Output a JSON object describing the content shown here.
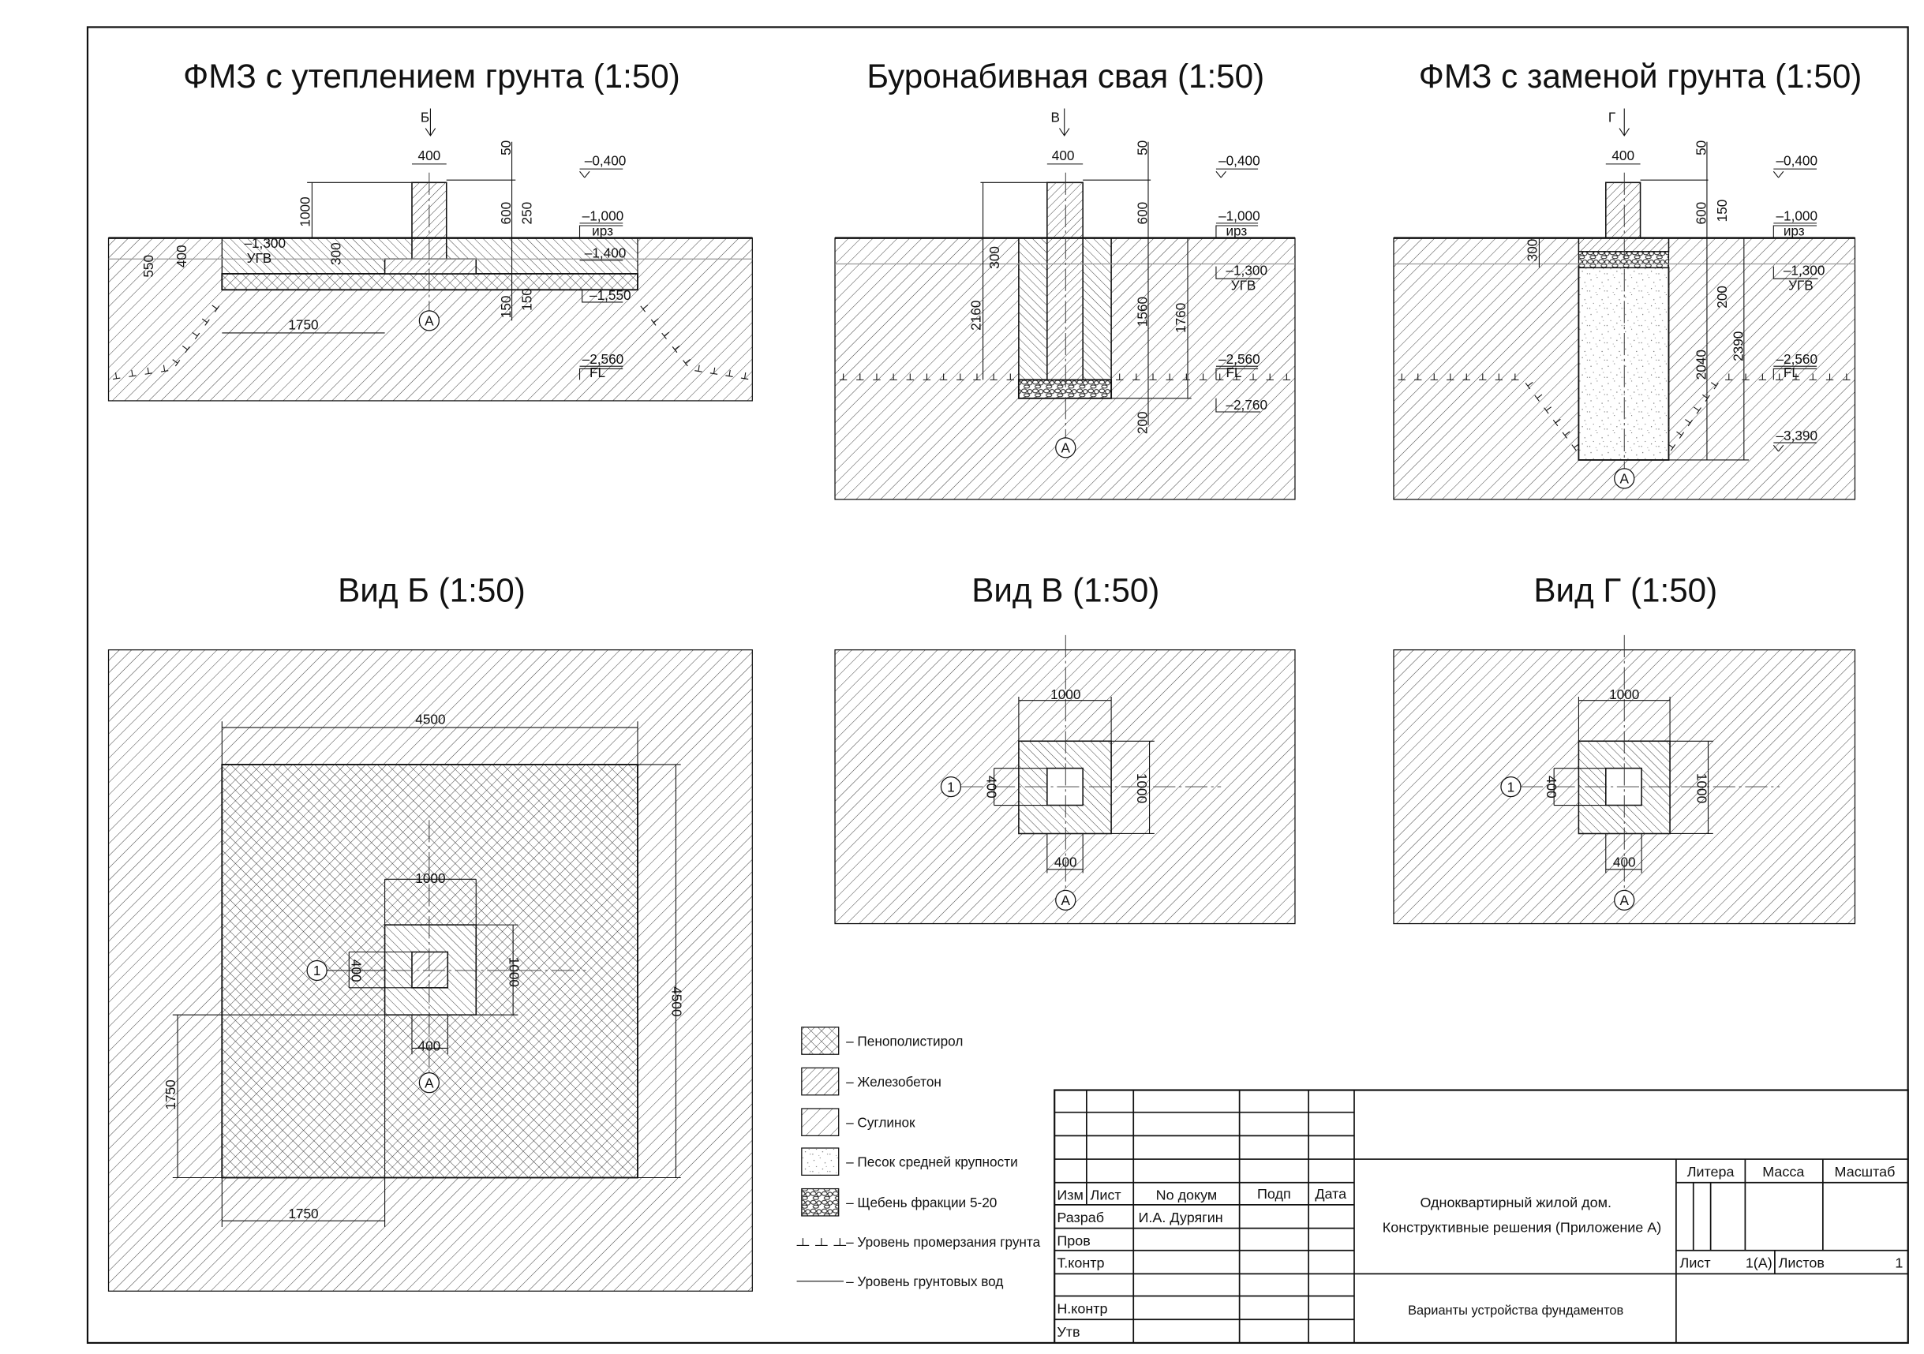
{
  "sections": [
    {
      "title": "ФМЗ с утеплением грунта (1:50)",
      "view_mark": "Б",
      "axis": "А",
      "dims": [
        "400",
        "50",
        "1000",
        "600",
        "250",
        "550",
        "400",
        "300",
        "150",
        "150",
        "1750"
      ],
      "levels": [
        {
          "value": "–0,400"
        },
        {
          "value": "–1,000",
          "tag": "ирз"
        },
        {
          "value": "–1,300",
          "tag": "УГВ"
        },
        {
          "value": "–1,400"
        },
        {
          "value": "–1,550"
        },
        {
          "value": "–2,560",
          "tag": "FL"
        }
      ]
    },
    {
      "title": "Буронабивная свая (1:50)",
      "view_mark": "В",
      "axis": "А",
      "dims": [
        "400",
        "50",
        "600",
        "300",
        "2160",
        "1560",
        "1760",
        "200"
      ],
      "levels": [
        {
          "value": "–0,400"
        },
        {
          "value": "–1,000",
          "tag": "ирз"
        },
        {
          "value": "–1,300",
          "tag": "УГВ"
        },
        {
          "value": "–2,560",
          "tag": "FL"
        },
        {
          "value": "–2,760"
        }
      ]
    },
    {
      "title": "ФМЗ с заменой грунта (1:50)",
      "view_mark": "Г",
      "axis": "А",
      "dims": [
        "400",
        "50",
        "600",
        "150",
        "300",
        "200",
        "2040",
        "2390"
      ],
      "levels": [
        {
          "value": "–0,400"
        },
        {
          "value": "–1,000",
          "tag": "ирз"
        },
        {
          "value": "–1,300",
          "tag": "УГВ"
        },
        {
          "value": "–2,560",
          "tag": "FL"
        },
        {
          "value": "–3,390"
        }
      ]
    }
  ],
  "plans": [
    {
      "title": "Вид Б (1:50)",
      "axis_row": "1",
      "axis_col": "А",
      "dims": [
        "4500",
        "4500",
        "1000",
        "1000",
        "400",
        "400",
        "1750",
        "1750"
      ]
    },
    {
      "title": "Вид В (1:50)",
      "axis_row": "1",
      "axis_col": "А",
      "dims": [
        "1000",
        "1000",
        "400",
        "400"
      ]
    },
    {
      "title": "Вид Г (1:50)",
      "axis_row": "1",
      "axis_col": "А",
      "dims": [
        "1000",
        "1000",
        "400",
        "400"
      ]
    }
  ],
  "legend": [
    {
      "label": "– Пенополистирол",
      "hatch": "crosshatch"
    },
    {
      "label": "– Железобетон",
      "hatch": "reinforced-concrete"
    },
    {
      "label": "– Суглинок",
      "hatch": "loam"
    },
    {
      "label": "– Песок средней крупности",
      "hatch": "sand"
    },
    {
      "label": "– Щебень фракции 5-20",
      "hatch": "gravel"
    },
    {
      "label": "– Уровень промерзания грунта",
      "hatch": "frost-line"
    },
    {
      "label": "– Уровень грунтовых вод",
      "hatch": "groundwater-line"
    }
  ],
  "title_block": {
    "headers": {
      "izm": "Изм",
      "list": "Лист",
      "doc_no": "No докум",
      "sign": "Подп",
      "date": "Дата"
    },
    "roles": {
      "developer": "Разраб",
      "checker": "Пров",
      "tech_control": "Т.контр",
      "norm_control": "Н.контр",
      "approved": "Утв"
    },
    "developer_name": "И.А. Дурягин",
    "project_title_1": "Одноквартирный жилой дом.",
    "project_title_2": "Конструктивные решения (Приложение А)",
    "sheet_title": "Варианты устройства фундаментов",
    "litera_label": "Литера",
    "mass_label": "Масса",
    "scale_label": "Масштаб",
    "sheet_label": "Лист",
    "sheet_value": "1(А)",
    "sheets_label": "Листов",
    "sheets_value": "1"
  }
}
